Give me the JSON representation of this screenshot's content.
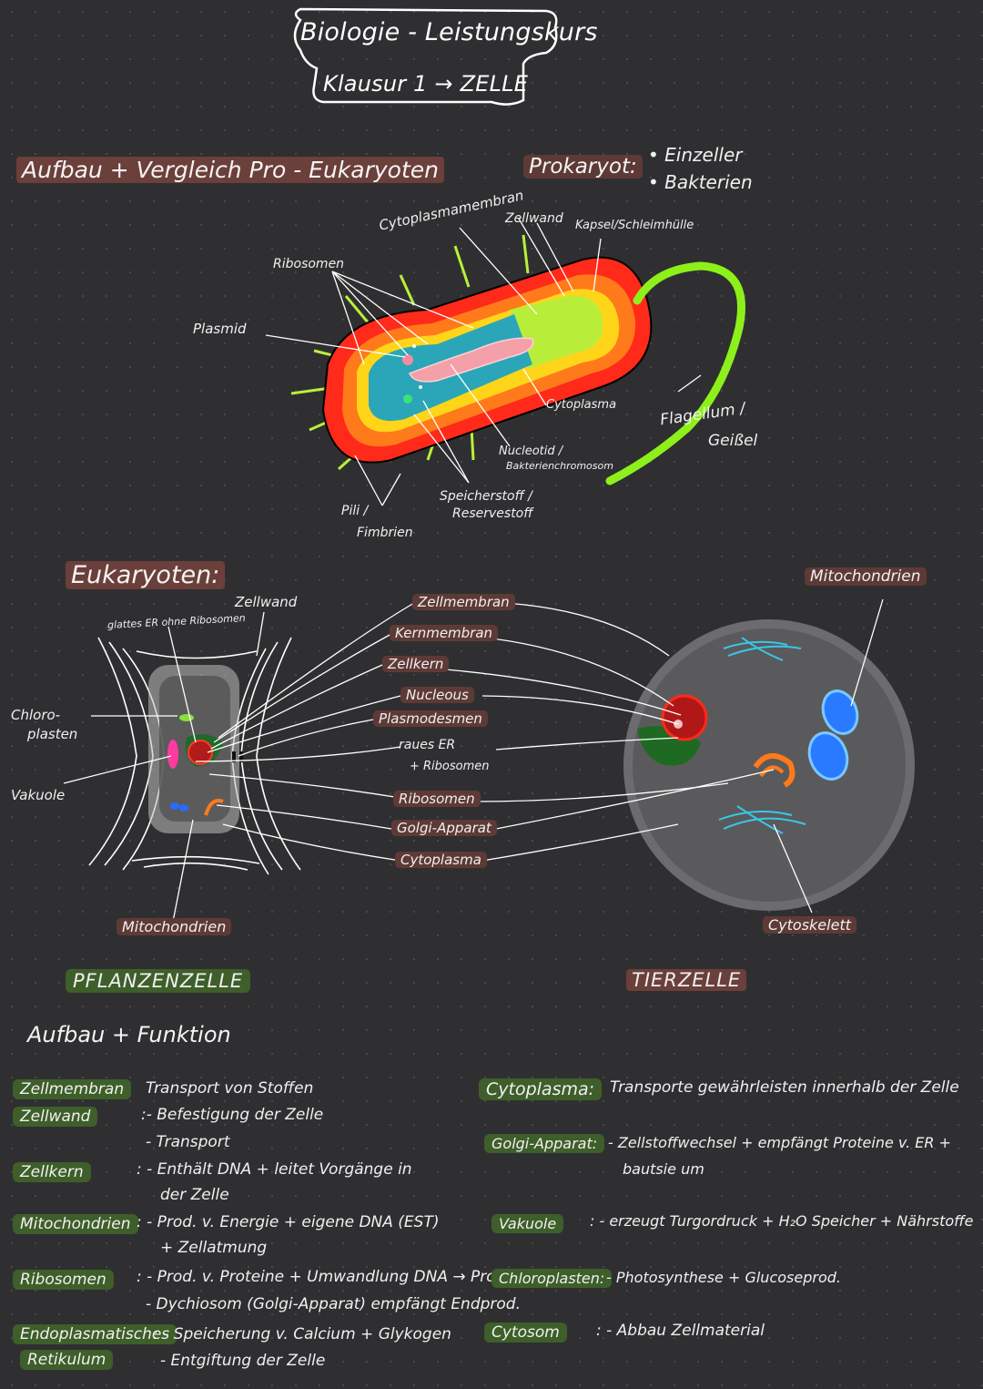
{
  "header": {
    "title_line1": "Biologie - Leistungskurs",
    "title_line2": "Klausur 1 → ZELLE"
  },
  "prokaryot": {
    "heading": "Aufbau + Vergleich Pro - Eukaryoten",
    "label": "Prokaryot:",
    "facts": [
      "• Einzeller",
      "• Bakterien"
    ],
    "parts": {
      "cytoplasmamembran": "Cytoplasmamembran",
      "zellwand": "Zellwand",
      "kapsel": "Kapsel/Schleimhülle",
      "ribosomen": "Ribosomen",
      "plasmid": "Plasmid",
      "cytoplasma": "Cytoplasma",
      "flagellum1": "Flagellum /",
      "flagellum2": "Geißel",
      "nucleoid1": "Nucleotid /",
      "nucleoid2": "Bakterienchromosom",
      "speicher1": "Speicherstoff /",
      "speicher2": "Reservestoff",
      "pili1": "Pili /",
      "pili2": "Fimbrien"
    }
  },
  "eukaryot": {
    "heading": "Eukaryoten:",
    "zellwand": "Zellwand",
    "glattes_er": "glattes ER ohne Ribosomen",
    "chloro1": "Chloro-",
    "chloro2": "plasten",
    "vakuole": "Vakuole",
    "mito_left": "Mitochondrien",
    "mito_right": "Mitochondrien",
    "cytoskelett": "Cytoskelett",
    "center_labels": [
      "Zellmembran",
      "Kernmembran",
      "Zellkern",
      "Nucleous",
      "Plasmodesmen",
      "raues ER",
      "+ Ribosomen",
      "Ribosomen",
      "Golgi-Apparat",
      "Cytoplasma"
    ],
    "pflanzenzelle": "PFLANZENZELLE",
    "tierzelle": "TIERZELLE"
  },
  "funktion": {
    "heading": "Aufbau + Funktion",
    "left": [
      {
        "term": "Zellmembran",
        "desc": [
          "Transport von Stoffen"
        ]
      },
      {
        "term": "Zellwand",
        "desc": [
          ":- Befestigung der Zelle",
          "- Transport"
        ]
      },
      {
        "term": "Zellkern",
        "desc": [
          ": - Enthält DNA + leitet Vorgänge in",
          "der Zelle"
        ]
      },
      {
        "term": "Mitochondrien",
        "desc": [
          ": - Prod. v. Energie + eigene DNA (EST)",
          "+ Zellatmung"
        ]
      },
      {
        "term": "Ribosomen",
        "desc": [
          ": - Prod. v. Proteine + Umwandlung DNA → Protein",
          "- Dychiosom (Golgi-Apparat) empfängt Endprod."
        ]
      },
      {
        "term": "Endoplasmatisches",
        "term2": "Retikulum",
        "desc": [
          ": - Speicherung v. Calcium + Glykogen",
          "- Entgiftung der Zelle"
        ]
      }
    ],
    "right": [
      {
        "term": "Cytoplasma:",
        "desc": [
          "Transporte gewährleisten innerhalb der Zelle"
        ]
      },
      {
        "term": "Golgi-Apparat:",
        "desc": [
          "- Zellstoffwechsel + empfängt Proteine v. ER +",
          "bautsie um"
        ]
      },
      {
        "term": "Vakuole",
        "desc": [
          ": - erzeugt Turgordruck + H₂O Speicher + Nährstoffe"
        ]
      },
      {
        "term": "Chloroplasten:",
        "desc": [
          "- Photosynthese + Glucoseprod."
        ]
      },
      {
        "term": "Cytosom",
        "desc": [
          ": - Abbau Zellmaterial"
        ]
      }
    ]
  },
  "colors": {
    "background": "#2f2f31",
    "green_highlight": "#3e5e2a",
    "pink_highlight": "#6b3f3a",
    "cell_red": "#ff2a1a",
    "flagellum": "#8ef01a"
  }
}
